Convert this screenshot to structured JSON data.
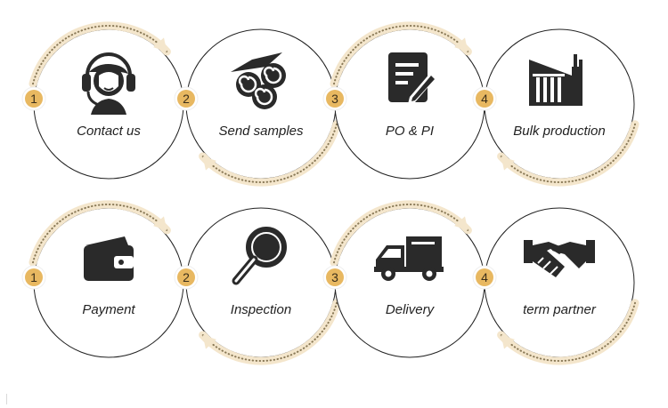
{
  "process": {
    "rows": [
      {
        "steps": [
          {
            "number": "1",
            "label": "Contact us",
            "icon": "headset-icon"
          },
          {
            "number": "2",
            "label": "Send samples",
            "icon": "fabric-rolls-icon"
          },
          {
            "number": "3",
            "label": "PO & PI",
            "icon": "document-pen-icon"
          },
          {
            "number": "4",
            "label": "Bulk production",
            "icon": "factory-icon"
          }
        ]
      },
      {
        "steps": [
          {
            "number": "1",
            "label": "Payment",
            "icon": "wallet-icon"
          },
          {
            "number": "2",
            "label": "Inspection",
            "icon": "magnifier-icon"
          },
          {
            "number": "3",
            "label": "Delivery",
            "icon": "truck-icon"
          },
          {
            "number": "4",
            "label": "term partner",
            "icon": "handshake-icon"
          }
        ]
      }
    ]
  },
  "colors": {
    "circle_outline": "#222222",
    "arrow_dots": "#8a7a58",
    "arrow_glow": "#f4e6cc",
    "badge_fill": "#e8b861",
    "badge_ring": "#ffffff",
    "icon_fill": "#2a2a2a"
  }
}
